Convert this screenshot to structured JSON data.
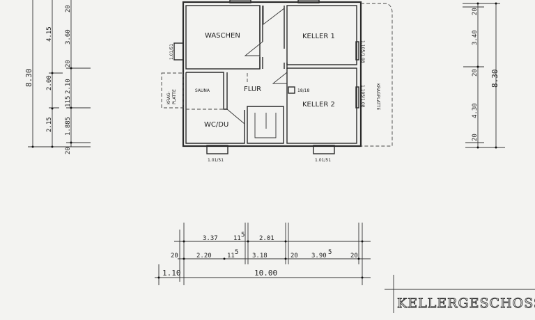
{
  "title": "KELLERGESCHOSS",
  "rooms": {
    "waschen": "WASCHEN",
    "keller1": "KELLER 1",
    "keller2": "KELLER 2",
    "sauna": "SAUNA",
    "flur": "FLUR",
    "wc": "WC/DU"
  },
  "labels": {
    "kragplatte_left_1": "KRAG-",
    "kragplatte_left_2": "PLATTE",
    "kragplatte_right": "KRAGPLATTE",
    "chimney": "18/18",
    "window_left": "1.01/51",
    "window_bottom_left": "1.01/51",
    "window_bottom_right": "1.01/51",
    "window_keller1": "1.105/1.08",
    "window_keller2": "1.105/1.08"
  },
  "dimensions_left": {
    "total": "8.30",
    "mid": [
      "4.15",
      "2.00",
      "2.15"
    ],
    "inner": [
      "20",
      "3.60",
      "20",
      "2.10",
      "115",
      "1.885",
      "20"
    ]
  },
  "dimensions_right": {
    "total": "8.30",
    "inner": [
      "20",
      "3.40",
      "20",
      "4.30",
      "20"
    ]
  },
  "dimensions_bottom": {
    "row1": [
      "3.37",
      "11",
      "5",
      "2.01"
    ],
    "row2": [
      "20",
      "2.20",
      "11",
      "5",
      "3.18",
      "20",
      "3.90",
      "5",
      "20"
    ],
    "row3": [
      "1.10",
      "10.00"
    ]
  }
}
